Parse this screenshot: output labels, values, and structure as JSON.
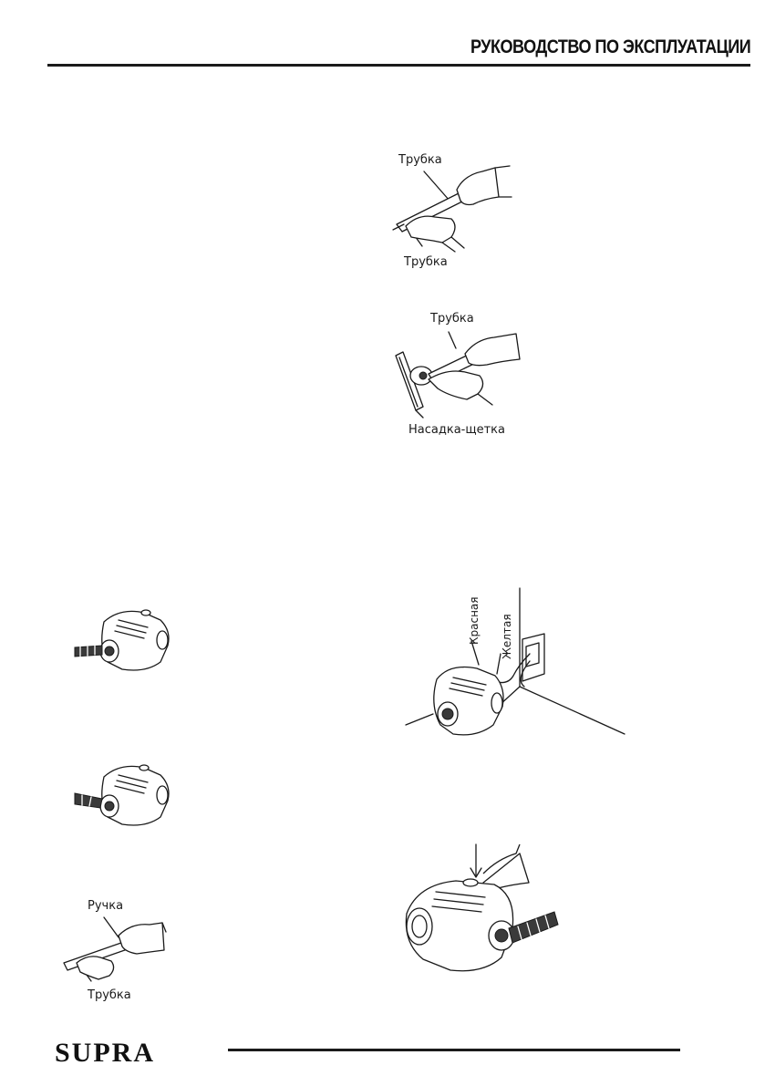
{
  "header": {
    "title": "РУКОВОДСТВО ПО ЭКСПЛУАТАЦИИ"
  },
  "figures": {
    "tubes": {
      "label_top": "Трубка",
      "label_bottom": "Трубка"
    },
    "brush": {
      "label_top": "Трубка",
      "label_bottom": "Насадка-щетка"
    },
    "socket": {
      "label_red": "Красная",
      "label_yellow": "Желтая"
    },
    "handle": {
      "label_top": "Ручка",
      "label_bottom": "Трубка"
    }
  },
  "footer": {
    "logo": "SUPRA"
  }
}
